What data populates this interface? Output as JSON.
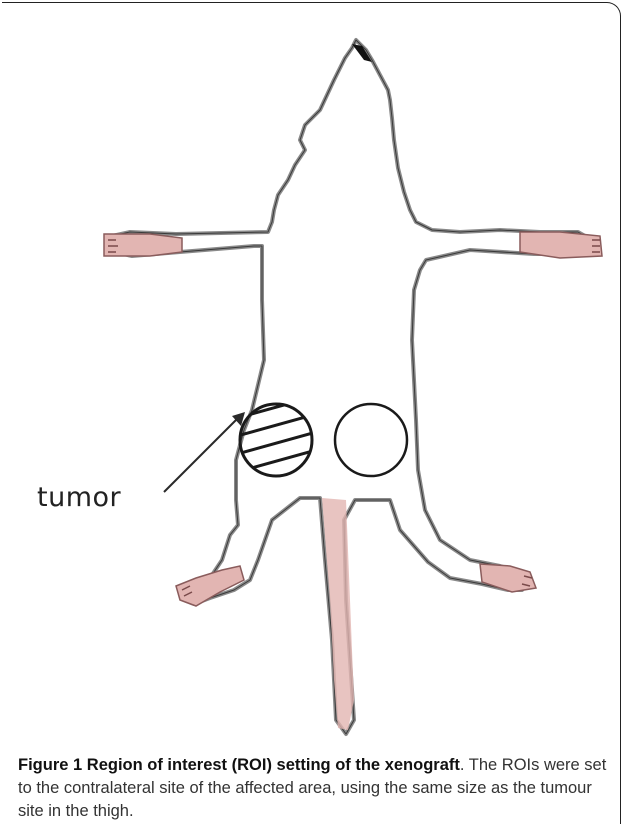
{
  "figure": {
    "label": "tumor",
    "colors": {
      "outline": "#8a8a8a",
      "paw_fill": "#e2b5b2",
      "tumor_stroke": "#1a1a1a"
    }
  },
  "caption": {
    "number": "Figure 1",
    "title": "Region of interest (ROI) setting of the xenograft",
    "text": "The ROIs were set to the contralateral site of the affected area, using the same size as the tumour site in the thigh."
  }
}
